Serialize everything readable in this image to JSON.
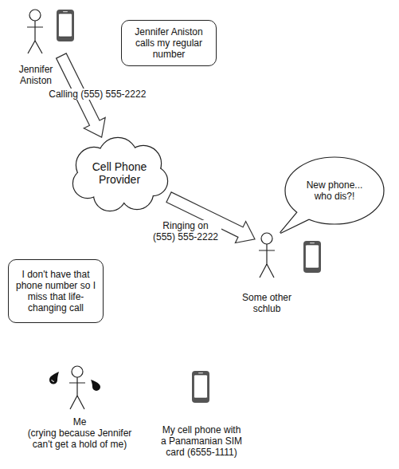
{
  "diagram": {
    "nodes": [
      {
        "text": [
          "Jennifer Aniston"
        ]
      },
      {
        "text": [
          "Jennifer Aniston calls my regular number"
        ]
      },
      {
        "text": [
          "Cell Phone Provider"
        ]
      },
      {
        "text": [
          "New phone... who dis?!"
        ]
      },
      {
        "text": [
          "Some other schlub"
        ]
      },
      {
        "text": [
          "I don't have that phone number so I miss that life-changing call"
        ]
      },
      {
        "text": [
          "Me",
          "(crying because Jennifer can't get a hold of me)"
        ]
      },
      {
        "text": [
          "My cell phone with a Panamanian SIM card (6555-1111)"
        ]
      }
    ],
    "edges": [
      {
        "from": 0,
        "to": 2,
        "arrow": "to",
        "label": "Calling (555) 555-2222"
      },
      {
        "from": 2,
        "to": 4,
        "arrow": "to",
        "label": "Ringing on (555) 555-2222"
      }
    ]
  }
}
